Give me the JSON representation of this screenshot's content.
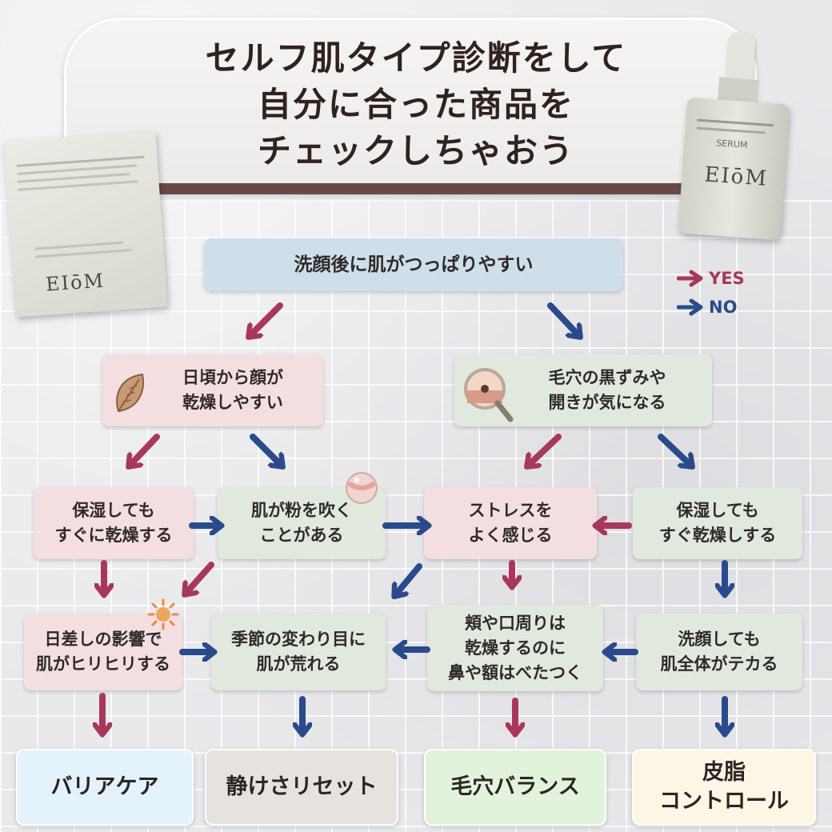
{
  "title": {
    "line1": "セルフ肌タイプ診断をして",
    "line2": "自分に合った商品を",
    "line3": "チェックしちゃおう"
  },
  "legend": {
    "yes": "YES",
    "no": "NO",
    "yes_color": "#a8385a",
    "no_color": "#2b4a8c"
  },
  "start": "洗顔後に肌がつっぱりやすい",
  "nodes": {
    "dry_daily": "日頃から顔が\n乾燥しやすい",
    "pores": "毛穴の黒ずみや\n開きが気になる",
    "dry_after_moist": "保湿しても\nすぐに乾燥する",
    "powdery": "肌が粉を吹く\nことがある",
    "stress": "ストレスを\nよく感じる",
    "moist_dry2": "保湿しても\nすぐ乾燥しする",
    "sun": "日差しの影響で\n肌がヒリヒリする",
    "season": "季節の変わり目に\n肌が荒れる",
    "combo": "頬や口周りは\n乾燥するのに\n鼻や額はべたつく",
    "shiny": "洗顔しても\n肌全体がテカる"
  },
  "results": {
    "barrier": "バリアケア",
    "calm": "静けさリセット",
    "pore_balance": "毛穴バランス",
    "sebum": "皮脂\nコントロール"
  },
  "products": {
    "left_brand": "EIōM",
    "right_brand": "EIōM",
    "right_label": "SERUM"
  },
  "colors": {
    "yes_arrow": "#a8385a",
    "no_arrow": "#2b4a8c",
    "result_barrier": "#e3f2fb",
    "result_calm": "#e6e3df",
    "result_pore": "#e2f3dc",
    "result_sebum": "#fcf6e5"
  }
}
